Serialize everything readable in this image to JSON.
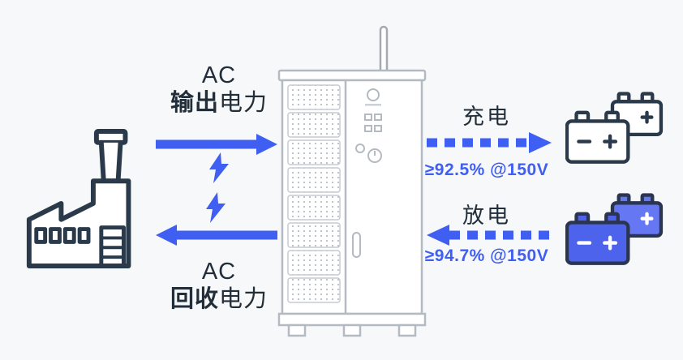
{
  "colors": {
    "accent_blue": "#3F5EF2",
    "dark_navy": "#2B3A4A",
    "battery_blue_front": "#4E63EC",
    "battery_blue_back": "#6577F2",
    "cabinet_gray": "#B4BAC1",
    "background": "#F7F8F9"
  },
  "output_flow": {
    "line1": "AC",
    "bold": "输出",
    "rest": "电力"
  },
  "return_flow": {
    "line1": "AC",
    "bold": "回收",
    "rest": "电力"
  },
  "charge": {
    "label": "充电",
    "efficiency": "≥92.5% @150V"
  },
  "discharge": {
    "label": "放电",
    "efficiency": "≥94.7% @150V"
  },
  "icons": {
    "factory": "factory-icon",
    "cabinet": "pcs-cabinet-icon",
    "antenna": "antenna-icon",
    "lightning": "lightning-bolt-icon",
    "arrow_solid": "solid-arrow-icon",
    "arrow_dashed": "dashed-arrow-icon",
    "batteries_outline": "battery-pack-outline-icon",
    "batteries_filled": "battery-pack-filled-icon"
  }
}
